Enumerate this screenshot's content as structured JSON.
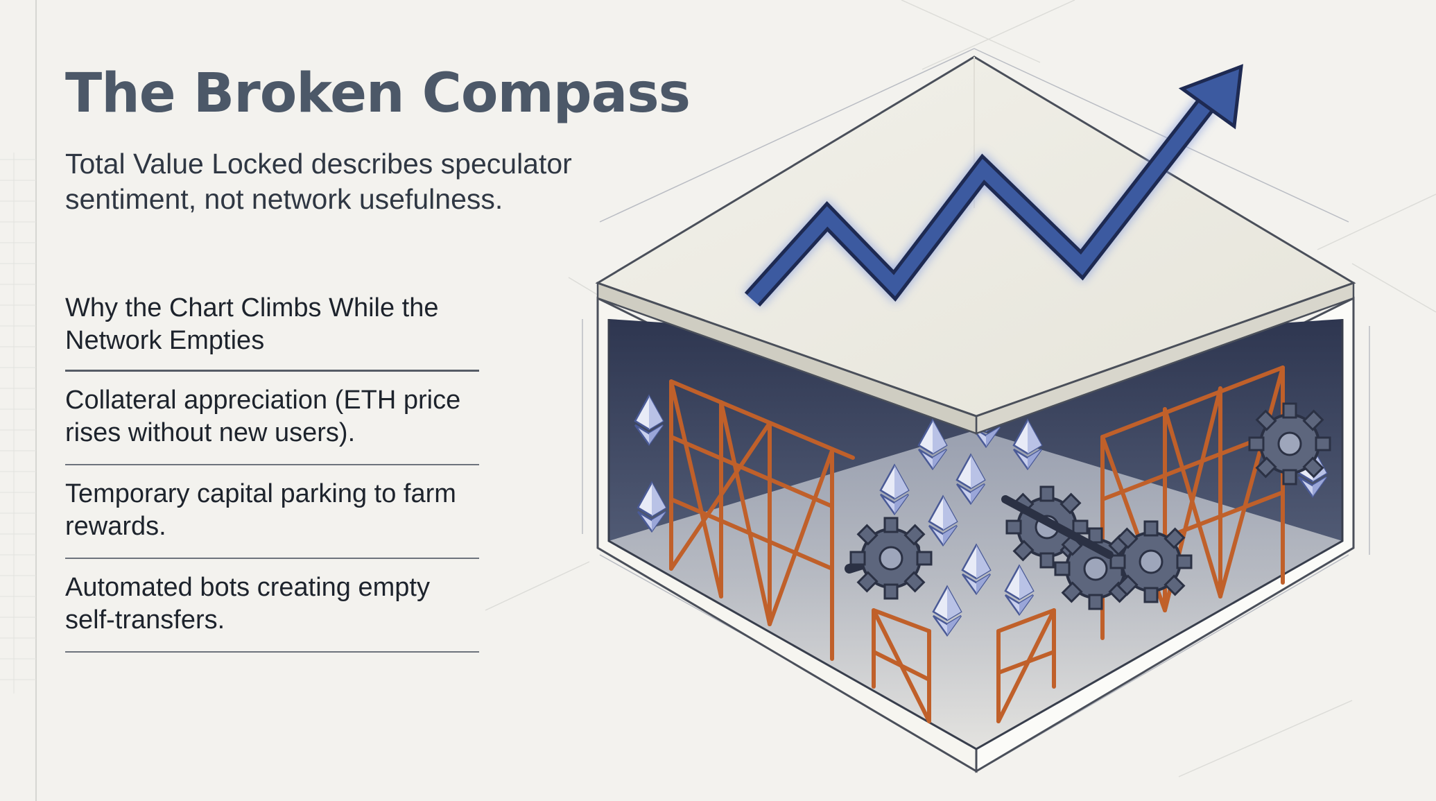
{
  "title": "The Broken Compass",
  "subtitle": "Total Value Locked describes speculator sentiment, not network usefulness.",
  "section": {
    "heading": "Why the Chart Climbs While the Network Empties",
    "items": [
      "Collateral appreciation (ETH price rises without new users).",
      "Temporary capital parking to farm rewards.",
      "Automated bots creating empty self-transfers."
    ]
  },
  "illustration": {
    "icons": [
      "rising-arrow-icon",
      "ethereum-diamond-icon",
      "gear-icon",
      "scaffolding-icon"
    ],
    "colors": {
      "arrow": "#2f4a86",
      "scaffold": "#c0602a",
      "cavity": "#3a4560",
      "slab": "#ecebe4"
    }
  }
}
